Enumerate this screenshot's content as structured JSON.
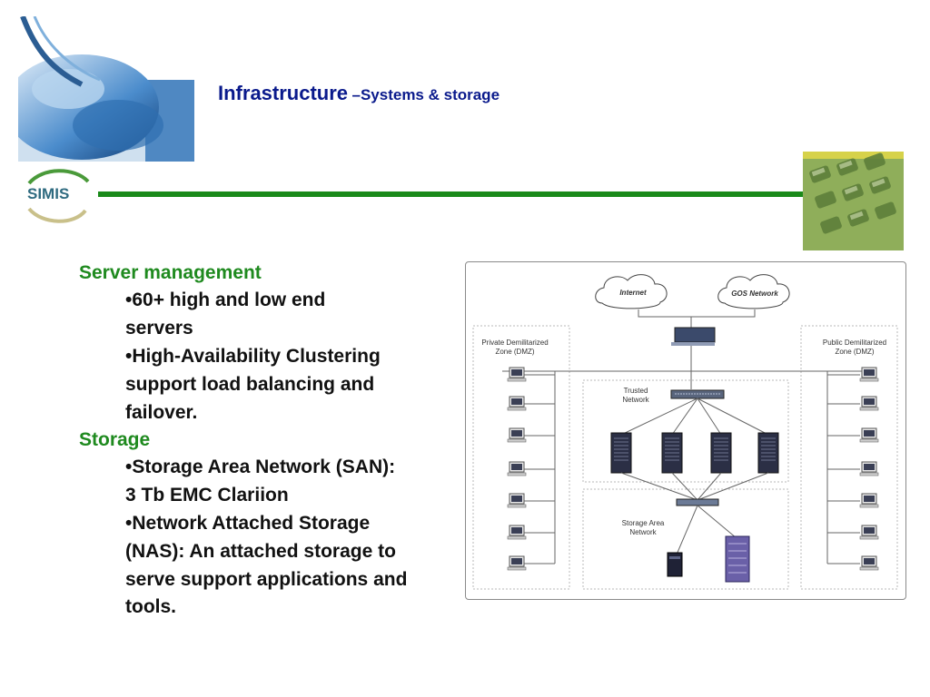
{
  "header": {
    "title_main": "Infrastructure",
    "title_sub": "–Systems & storage",
    "logo_text": "SIMIS"
  },
  "content": {
    "section1_heading": "Server management",
    "section1_bullets": [
      "•60+ high and low end servers",
      "•High-Availability Clustering support load balancing and failover."
    ],
    "section2_heading": "Storage",
    "section2_bullets": [
      "•Storage Area Network (SAN): 3 Tb EMC Clariion",
      "•Network Attached Storage (NAS): An attached storage to serve support applications and tools."
    ]
  },
  "diagram": {
    "cloud1": "Internet",
    "cloud2": "GOS Network",
    "private_zone": "Private Demilitarized Zone (DMZ)",
    "public_zone": "Public Demilitarized Zone (DMZ)",
    "trusted": "Trusted Network",
    "san": "Storage Area Network"
  },
  "colors": {
    "title": "#0a1a8c",
    "heading": "#1f8a1f",
    "rule": "#1a8a1a"
  }
}
